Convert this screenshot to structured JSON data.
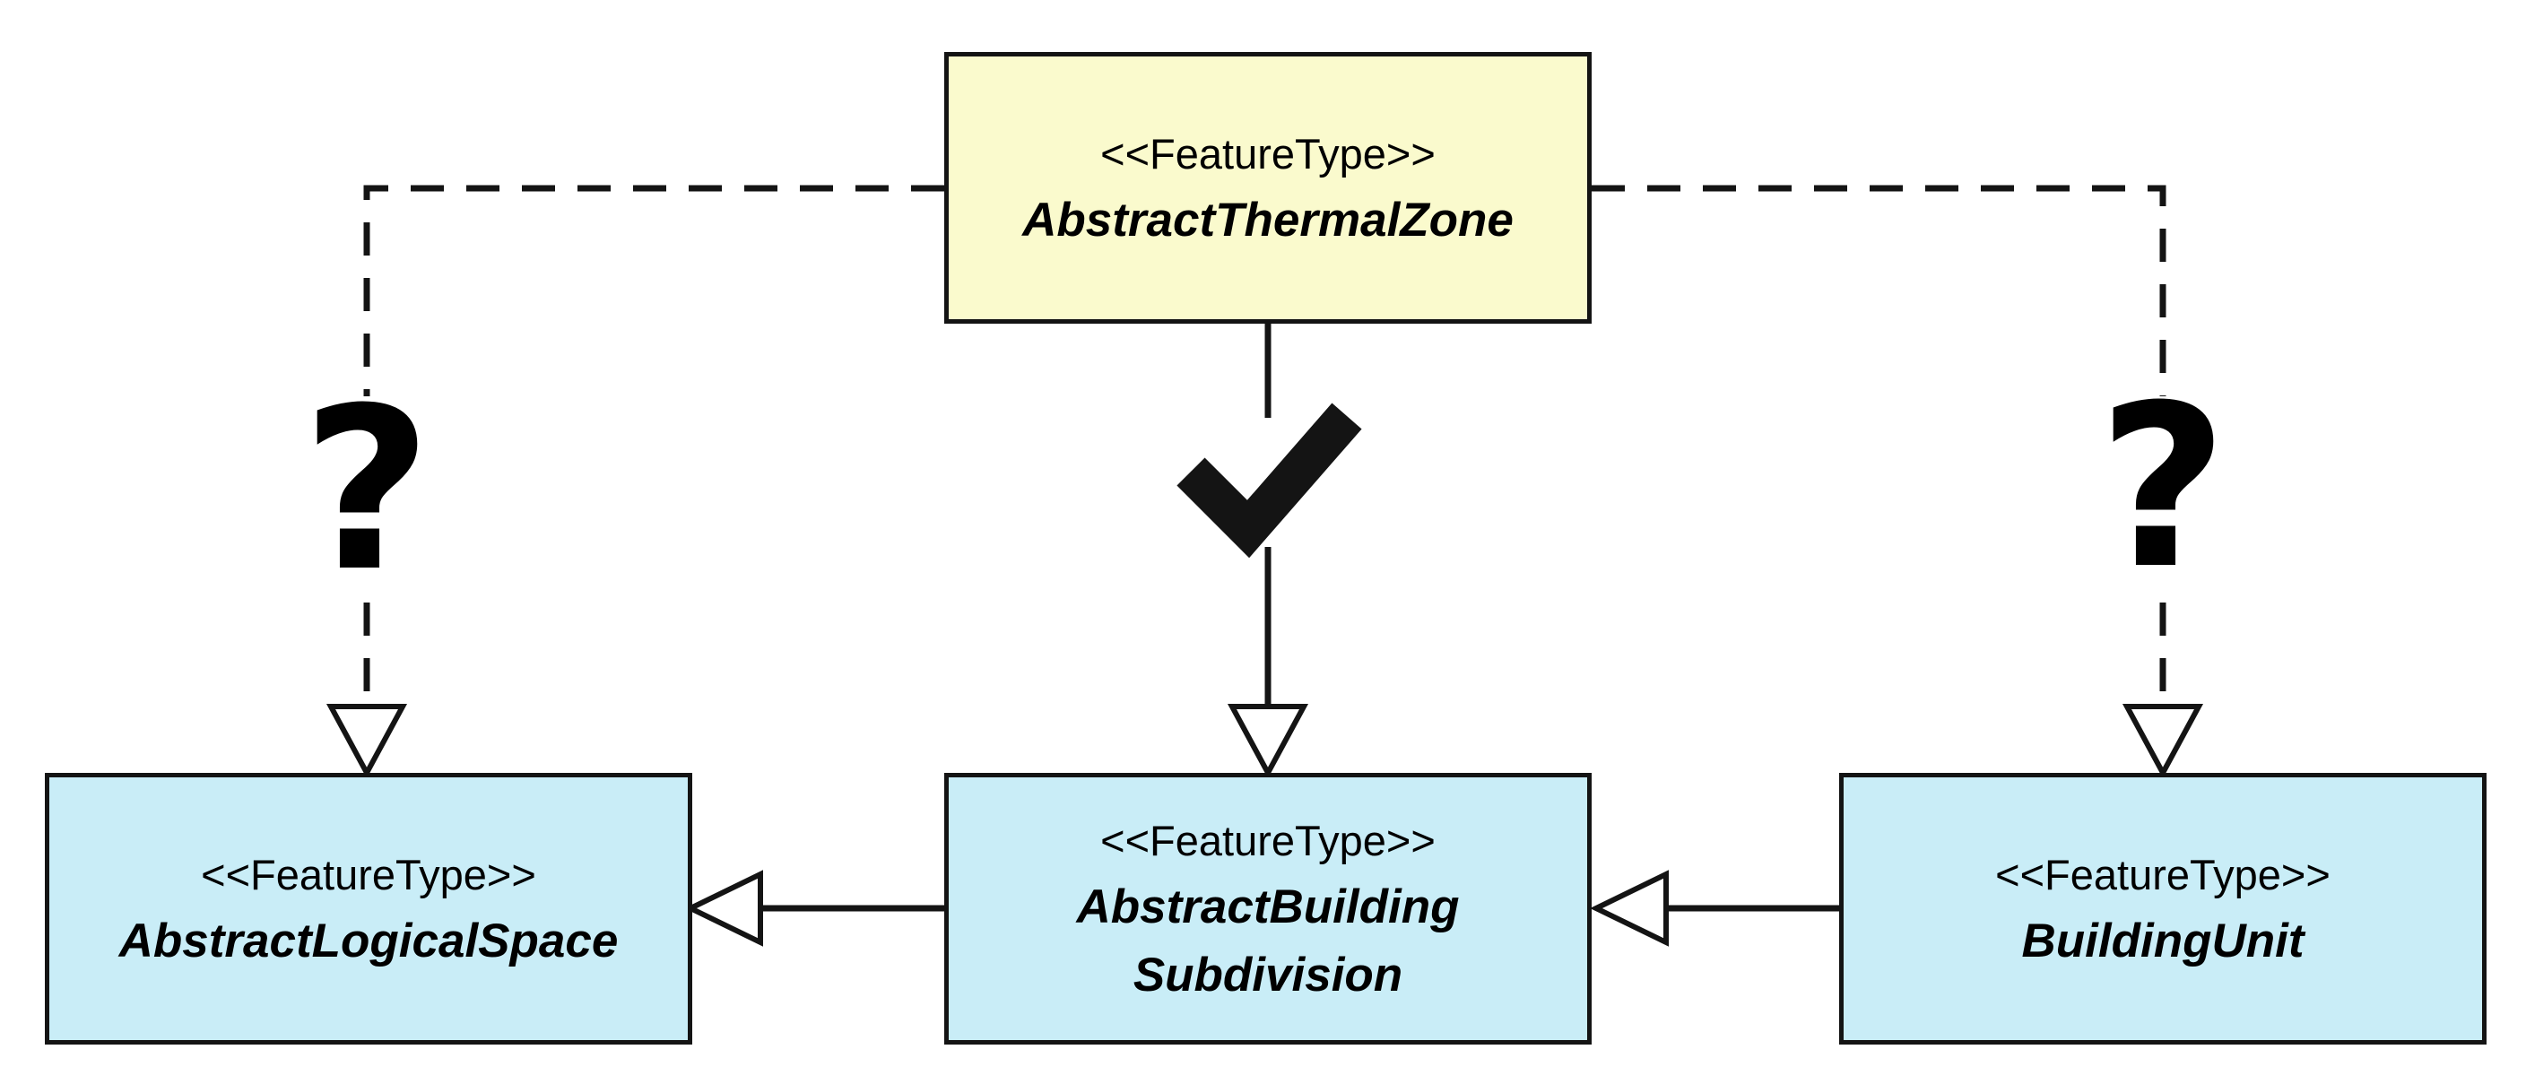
{
  "diagram": {
    "type": "uml-class-diagram",
    "nodes": [
      {
        "stereotype": "<<FeatureType>>",
        "name_lines": [
          "AbstractThermalZone"
        ],
        "fill": "#FAFACD"
      },
      {
        "stereotype": "<<FeatureType>>",
        "name_lines": [
          "AbstractLogicalSpace"
        ],
        "fill": "#C9EDF7"
      },
      {
        "stereotype": "<<FeatureType>>",
        "name_lines": [
          "AbstractBuilding",
          "Subdivision"
        ],
        "fill": "#C9EDF7"
      },
      {
        "stereotype": "<<FeatureType>>",
        "name_lines": [
          "BuildingUnit"
        ],
        "fill": "#C9EDF7"
      }
    ],
    "connectors": [
      {
        "from": "AbstractThermalZone",
        "to": "AbstractLogicalSpace",
        "line_style": "dashed",
        "arrowhead": "hollow-triangle",
        "symbol": "?"
      },
      {
        "from": "AbstractThermalZone",
        "to": "AbstractBuildingSubdivision",
        "line_style": "solid",
        "arrowhead": "hollow-triangle",
        "symbol": "✓"
      },
      {
        "from": "AbstractThermalZone",
        "to": "BuildingUnit",
        "line_style": "dashed",
        "arrowhead": "hollow-triangle",
        "symbol": "?"
      },
      {
        "from": "AbstractBuildingSubdivision",
        "to": "AbstractLogicalSpace",
        "line_style": "solid",
        "arrowhead": "hollow-triangle",
        "symbol": ""
      },
      {
        "from": "BuildingUnit",
        "to": "AbstractBuildingSubdivision",
        "line_style": "solid",
        "arrowhead": "hollow-triangle",
        "symbol": ""
      }
    ],
    "colors": {
      "yellow_fill": "#FAFACD",
      "blue_fill": "#C9EDF7",
      "line": "#141414",
      "arrow_fill": "#ffffff",
      "text": "#000000"
    }
  }
}
